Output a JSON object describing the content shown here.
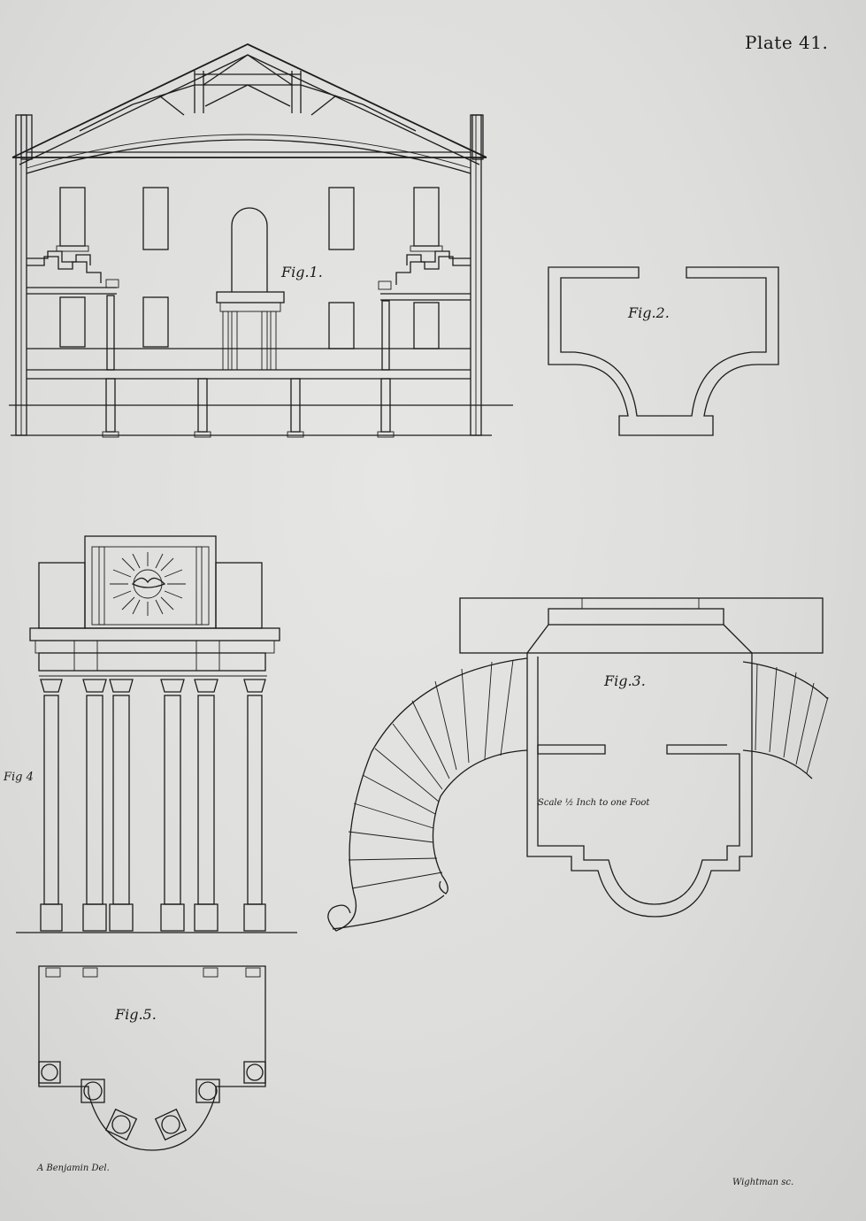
{
  "plate": {
    "number": "Plate 41."
  },
  "figures": {
    "fig1": {
      "label": "Fig.1."
    },
    "fig2": {
      "label": "Fig.2."
    },
    "fig3": {
      "label": "Fig.3.",
      "scale_note": "Scale ½ Inch to one Foot"
    },
    "fig4": {
      "label": "Fig 4"
    },
    "fig5": {
      "label": "Fig.5."
    }
  },
  "credits": {
    "delineator": "A Benjamin Del.",
    "engraver": "Wightman sc."
  },
  "colors": {
    "paper": "#dddddb",
    "ink": "#1c1c1c"
  }
}
